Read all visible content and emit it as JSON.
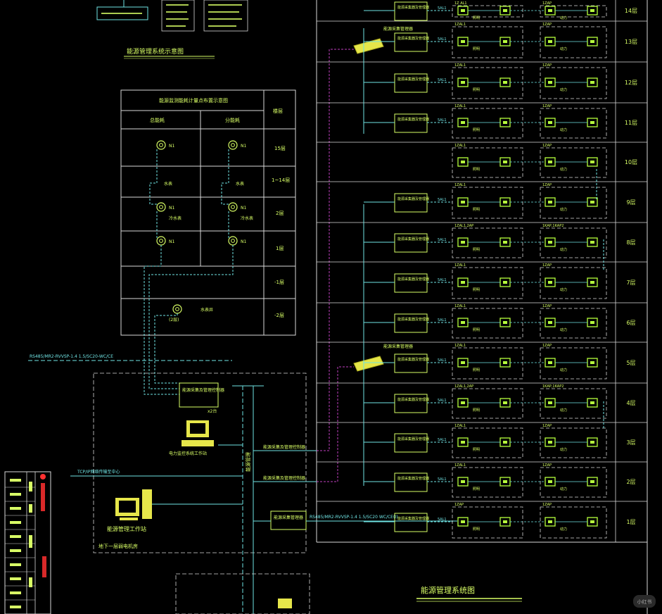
{
  "colors": {
    "background": "#000000",
    "frame": "#d8d8d8",
    "wire": "#6fe3e3",
    "device": "#b6ff3c",
    "text": "#d9ff66",
    "magenta": "#c040c0",
    "switch": "#e6e64a",
    "title_red": "#ff3030"
  },
  "titles": {
    "main": "能源管理系统图",
    "sub": "能源管理系统示意图"
  },
  "left_panel": {
    "header": "能源监测能耗计量点布置示意图",
    "col_a": "总能耗",
    "col_b": "分能耗",
    "col_floor": "楼层",
    "rows": [
      "15层",
      "1~14层",
      "2层",
      "1层",
      "-1层",
      "-2层"
    ],
    "meter_label": "水表",
    "meter_small": "冷水表",
    "tags": [
      "N1",
      "N1",
      "N1",
      "N1",
      "N1",
      "N1"
    ],
    "bottom_meter_label": "水表井",
    "bottom_meter_tag": "(2层)"
  },
  "bus": {
    "label": "RS485/MR2-RVVSP-1.4 1.5/SC20-WC/CE",
    "lower_label": "RS485/MR2-RVVSP-1.4 1.5/SC20 WC/CE(I)",
    "main_switch_label": "能源采集管理器",
    "multiplier": "x2 台"
  },
  "center": {
    "controller_label": "能源采集及管理控制器",
    "controller_count": "x2台",
    "pc_label": "电力监控系统工作站",
    "workstation_label": "能源管理工作站",
    "room_label": "地下一层弱电机房",
    "net_label": "TCP/IP网络传输至中心",
    "backbone_label": "能源管理",
    "link_label1": "能源采集及管理控制器",
    "link_label2": "能源采集及管理控制器"
  },
  "floors": [
    "14层",
    "13层",
    "12层",
    "11层",
    "10层",
    "9层",
    "8层",
    "7层",
    "6层",
    "5层",
    "4层",
    "3层",
    "2层",
    "1层"
  ],
  "collector_label": "能源采集器及管理器",
  "box_a": [
    "1Z AL1",
    "1ZAL1",
    "1ZAL1",
    "1ZAL1",
    "1ZAL1",
    "1ZAL1",
    "1ZAL1,2AP",
    "1ZAL1",
    "1ZAL1",
    "1ZAL1",
    "1ZAL1,2AP",
    "1ZAL1",
    "1ZAL1",
    "1ZAP"
  ],
  "box_b": [
    "1ZAP",
    "1ZAP",
    "1ZAP",
    "1ZAP",
    "1ZAP",
    "1ZAP",
    "1KAP,1KAP2",
    "1ZAP",
    "1ZAP",
    "1ZAP",
    "1KAP,1KAP2",
    "1ZAP",
    "1ZAP",
    "1ZAP"
  ],
  "meter_a": "照明",
  "meter_b": "动力",
  "link_tag": "5AL1",
  "watermark": "小红书"
}
